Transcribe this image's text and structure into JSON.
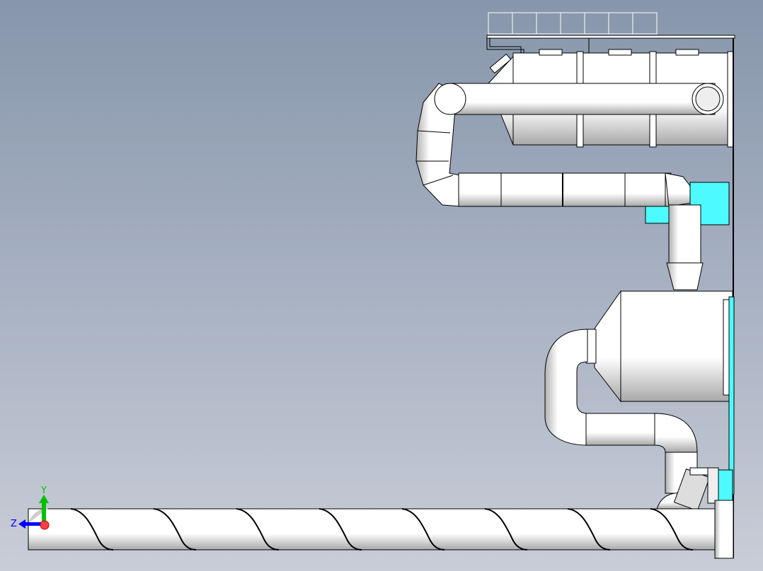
{
  "viewport": {
    "triad": {
      "y_label": "Y",
      "z_label": "Z"
    }
  },
  "colors": {
    "part": "#ffffff",
    "edge": "#000000",
    "shade": "#b8b8b8",
    "highlight": "#4dfbff",
    "axis_y": "#00c000",
    "axis_z": "#0000ff",
    "origin": "#ff3030"
  },
  "screw_conveyor": {
    "helix_turns": 8
  }
}
